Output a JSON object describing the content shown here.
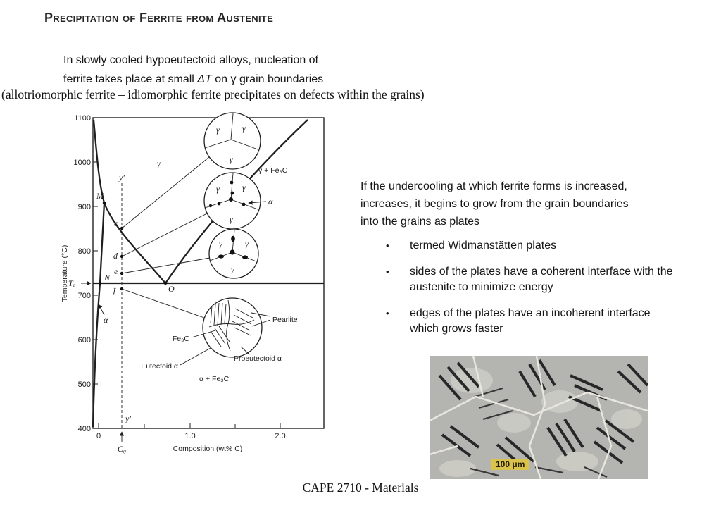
{
  "slide": {
    "title": "Precipitation of Ferrite from Austenite",
    "intro_line1": "In slowly cooled hypoeutectoid alloys, nucleation of",
    "intro_line2_pre": "ferrite takes place at small ",
    "intro_line2_delta": "ΔT",
    "intro_line2_post": " on γ grain boundaries",
    "parenthetical": "(allotriomorphic ferrite – idiomorphic ferrite precipitates on defects within the grains)",
    "footer": "CAPE 2710 - Materials"
  },
  "right_panel": {
    "para_line1": "If the undercooling at which ferrite forms is increased,",
    "para_line2": "increases, it begins to grow from the grain boundaries",
    "para_line3": "into the grains as plates",
    "bullet_char": "•",
    "bullets": [
      "termed Widmanstätten plates",
      "sides of the plates have a coherent interface with the austenite to minimize energy",
      "edges of the plates have an incoherent interface which grows faster"
    ]
  },
  "phase_diagram": {
    "y_axis_label": "Temperature (°C)",
    "x_axis_label": "Composition (wt% C)",
    "y_ticks": [
      "1100",
      "1000",
      "900",
      "800",
      "700",
      "600",
      "500",
      "400"
    ],
    "x_ticks": [
      "0",
      "1.0",
      "2.0"
    ],
    "c0_label": "C₀",
    "labels": {
      "gamma": "γ",
      "gamma_fe3c": "γ + Fe₃C",
      "alpha": "α",
      "alpha_fe3c": "α + Fe₃C",
      "te": "Tₑ",
      "y_prime": "y′",
      "M": "M",
      "c": "c",
      "d": "d",
      "e": "e",
      "f": "f",
      "N": "N",
      "O": "O",
      "pearlite": "Pearlite",
      "fe3c": "Fe₃C",
      "proeutectoid_alpha": "Proeutectoid α",
      "eutectoid_alpha": "Eutectoid α"
    }
  },
  "micrograph": {
    "scale_label": "100 μm"
  }
}
